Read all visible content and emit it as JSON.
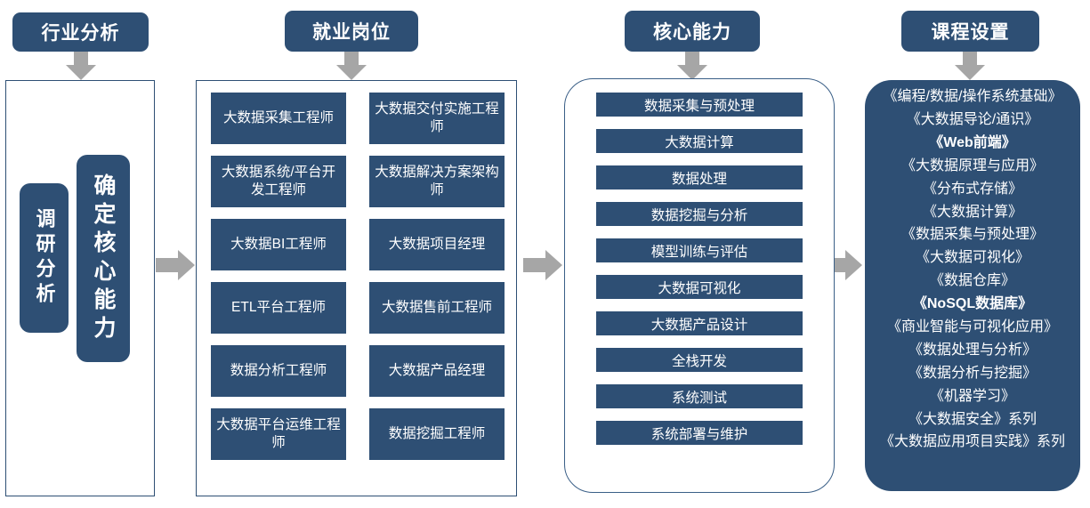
{
  "theme": {
    "navy": "#2e4f74",
    "arrow_gray": "#a6a6a6",
    "panel_border": "#2e4f74",
    "text_on_navy": "#ffffff"
  },
  "headers": [
    {
      "label": "行业分析"
    },
    {
      "label": "就业岗位"
    },
    {
      "label": "核心能力"
    },
    {
      "label": "课程设置"
    }
  ],
  "column1": {
    "chips": [
      {
        "label": "调研分析"
      },
      {
        "label": "确定核心能力"
      }
    ]
  },
  "column2": {
    "jobs": [
      {
        "label": "大数据采集工程师"
      },
      {
        "label": "大数据交付实施工程师"
      },
      {
        "label": "大数据系统/平台开发工程师"
      },
      {
        "label": "大数据解决方案架构师"
      },
      {
        "label": "大数据BI工程师"
      },
      {
        "label": "大数据项目经理"
      },
      {
        "label": "ETL平台工程师"
      },
      {
        "label": "大数据售前工程师"
      },
      {
        "label": "数据分析工程师"
      },
      {
        "label": "大数据产品经理"
      },
      {
        "label": "大数据平台运维工程师"
      },
      {
        "label": "数据挖掘工程师"
      }
    ]
  },
  "column3": {
    "abilities": [
      {
        "label": "数据采集与预处理"
      },
      {
        "label": "大数据计算"
      },
      {
        "label": "数据处理"
      },
      {
        "label": "数据挖掘与分析"
      },
      {
        "label": "模型训练与评估"
      },
      {
        "label": "大数据可视化"
      },
      {
        "label": "大数据产品设计"
      },
      {
        "label": "全栈开发"
      },
      {
        "label": "系统测试"
      },
      {
        "label": "系统部署与维护"
      }
    ]
  },
  "column4": {
    "courses": [
      {
        "label": "《编程/数据/操作系统基础》"
      },
      {
        "label": "《大数据导论/通识》"
      },
      {
        "label": "《Web前端》"
      },
      {
        "label": "《大数据原理与应用》"
      },
      {
        "label": "《分布式存储》"
      },
      {
        "label": "《大数据计算》"
      },
      {
        "label": "《数据采集与预处理》"
      },
      {
        "label": "《大数据可视化》"
      },
      {
        "label": "《数据仓库》"
      },
      {
        "label": "《NoSQL数据库》"
      },
      {
        "label": "《商业智能与可视化应用》"
      },
      {
        "label": "《数据处理与分析》"
      },
      {
        "label": "《数据分析与挖掘》"
      },
      {
        "label": "《机器学习》"
      },
      {
        "label": "《大数据安全》系列"
      },
      {
        "label": "《大数据应用项目实践》系列"
      }
    ]
  }
}
